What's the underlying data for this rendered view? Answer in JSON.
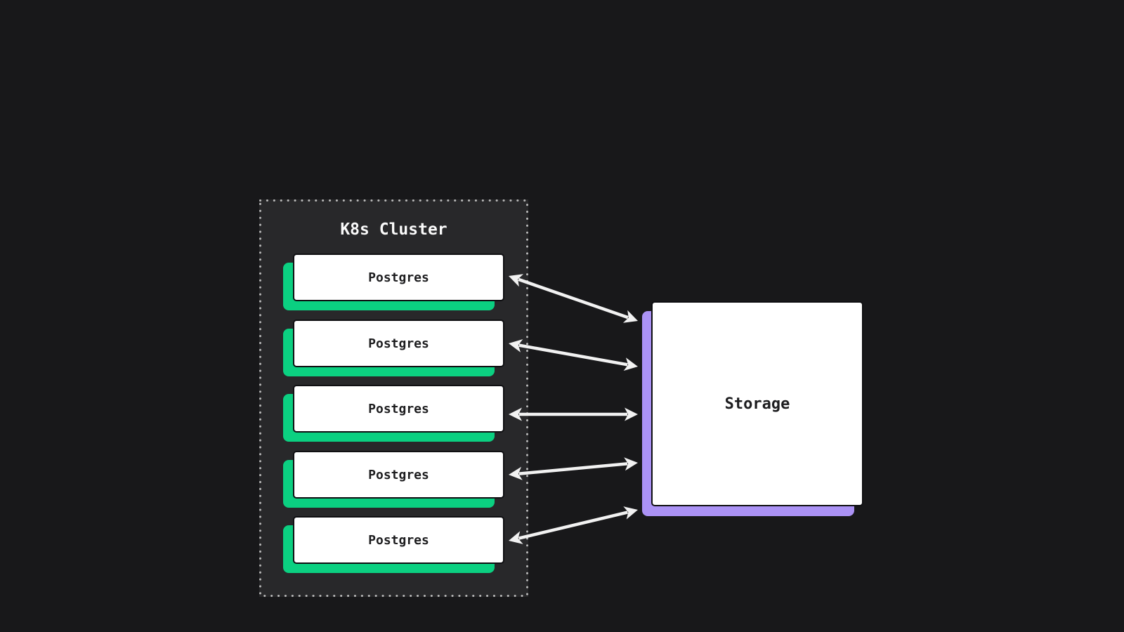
{
  "diagram": {
    "type": "architecture-diagram",
    "cluster": {
      "title": "K8s Cluster",
      "nodes": [
        {
          "id": "postgres-1",
          "label": "Postgres"
        },
        {
          "id": "postgres-2",
          "label": "Postgres"
        },
        {
          "id": "postgres-3",
          "label": "Postgres"
        },
        {
          "id": "postgres-4",
          "label": "Postgres"
        },
        {
          "id": "postgres-5",
          "label": "Postgres"
        }
      ]
    },
    "storage": {
      "id": "storage",
      "label": "Storage"
    },
    "connections": [
      {
        "from": "postgres-1",
        "to": "storage",
        "bidirectional": true
      },
      {
        "from": "postgres-2",
        "to": "storage",
        "bidirectional": true
      },
      {
        "from": "postgres-3",
        "to": "storage",
        "bidirectional": true
      },
      {
        "from": "postgres-4",
        "to": "storage",
        "bidirectional": true
      },
      {
        "from": "postgres-5",
        "to": "storage",
        "bidirectional": true
      }
    ],
    "colors": {
      "background": "#18181a",
      "cluster_background": "#28282a",
      "border_dots": "#b8b8b8",
      "node_fill": "#ffffff",
      "node_border": "#0f0f12",
      "node_text": "#1d1d1f",
      "green_accent": "#0bd081",
      "purple_accent": "#ab92f5",
      "arrow": "#f2f2f2",
      "title_text": "#fafafa"
    }
  }
}
